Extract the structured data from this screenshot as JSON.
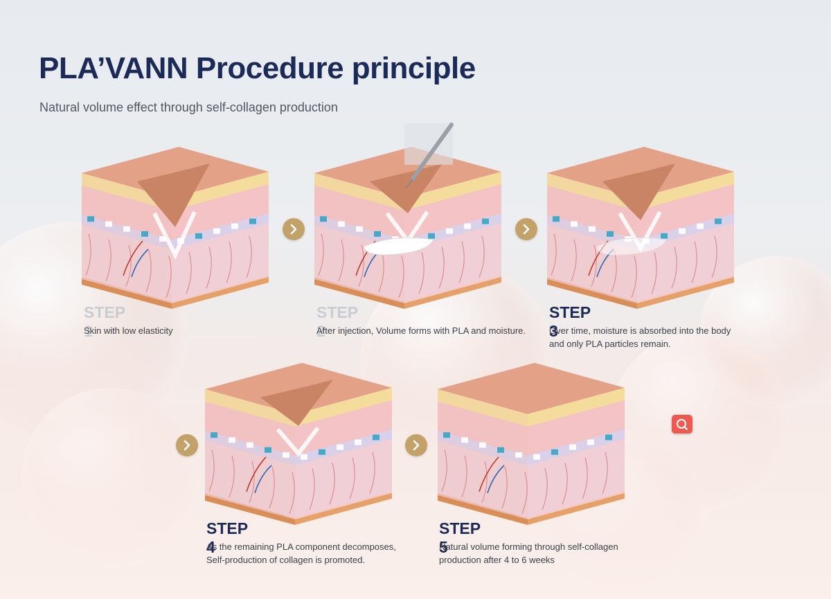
{
  "header": {
    "title": "PLA’VANN Procedure principle",
    "subtitle": "Natural volume effect through self-collagen production"
  },
  "steps": [
    {
      "label": "STEP 1",
      "desc_lines": [
        "Skin with low elasticity"
      ]
    },
    {
      "label": "STEP 2",
      "desc_lines": [
        "After injection, Volume forms with PLA and moisture."
      ]
    },
    {
      "label": "STEP 3",
      "desc_lines": [
        "Over time, moisture is absorbed into the body",
        "and only PLA particles remain."
      ]
    },
    {
      "label": "STEP 4",
      "desc_lines": [
        "As the remaining PLA component decomposes,",
        "Self-production of collagen is promoted."
      ]
    },
    {
      "label": "STEP 5",
      "desc_lines": [
        "Natural volume forming through self-collagen",
        "production after 4 to 6 weeks"
      ]
    }
  ],
  "icons": {
    "arrow": "chevron-right-icon",
    "search": "search-icon",
    "syringe": "syringe-icon"
  },
  "colors": {
    "title": "#1c2a57",
    "step_label_light": "#c9ccd2",
    "step_label_dark": "#1c2a57",
    "arrow_gold": "#c3a26a",
    "search_red": "#ee5a52",
    "skin_top": "#e3a287",
    "skin_front": "#f2c9c0",
    "fat_layer": "#f3dc9c",
    "dermis": "#f0cfd6",
    "cell_blue": "#37a3c4"
  }
}
